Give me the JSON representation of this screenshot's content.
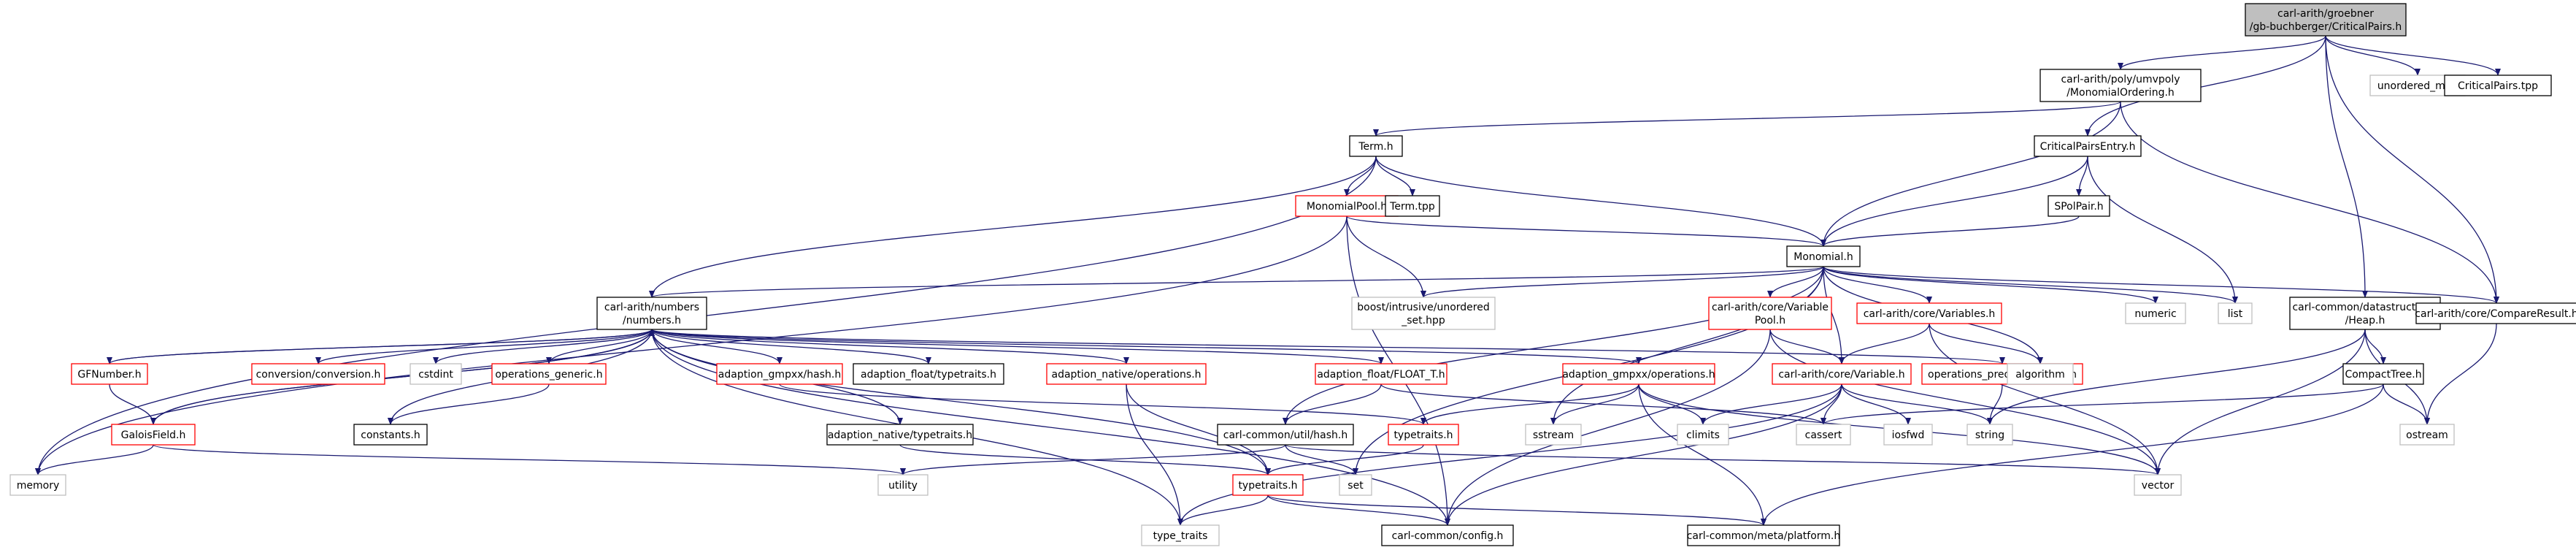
{
  "diagram": {
    "root": "rt",
    "colors": {
      "edge": "#191970",
      "text": "#000000",
      "root_fill": "#bfbfbf",
      "root_border": "#000000",
      "normal_border": "#000000",
      "missing_border": "#ff0000",
      "external_border": "#bfbfbf",
      "system_text": "#000000",
      "fill": "#ffffff"
    },
    "nodes": [
      {
        "id": "rt",
        "lines": [
          "carl-arith/groebner",
          "/gb-buchberger/CriticalPairs.h"
        ],
        "kind": "root"
      },
      {
        "id": "mo",
        "lines": [
          "carl-arith/poly/umvpoly",
          "/MonomialOrdering.h"
        ],
        "kind": "normal"
      },
      {
        "id": "um",
        "lines": [
          "unordered_map"
        ],
        "kind": "external"
      },
      {
        "id": "cpt",
        "lines": [
          "CriticalPairs.tpp"
        ],
        "kind": "normal"
      },
      {
        "id": "term",
        "lines": [
          "Term.h"
        ],
        "kind": "normal"
      },
      {
        "id": "cpe",
        "lines": [
          "CriticalPairsEntry.h"
        ],
        "kind": "normal"
      },
      {
        "id": "mp",
        "lines": [
          "MonomialPool.h"
        ],
        "kind": "missing"
      },
      {
        "id": "ttpp",
        "lines": [
          "Term.tpp"
        ],
        "kind": "normal"
      },
      {
        "id": "spp",
        "lines": [
          "SPolPair.h"
        ],
        "kind": "normal"
      },
      {
        "id": "mon",
        "lines": [
          "Monomial.h"
        ],
        "kind": "normal"
      },
      {
        "id": "num",
        "lines": [
          "carl-arith/numbers",
          "/numbers.h"
        ],
        "kind": "normal"
      },
      {
        "id": "bst",
        "lines": [
          "boost/intrusive/unordered",
          "_set.hpp"
        ],
        "kind": "external"
      },
      {
        "id": "vpool",
        "lines": [
          "carl-arith/core/Variable",
          "Pool.h"
        ],
        "kind": "missing"
      },
      {
        "id": "vars",
        "lines": [
          "carl-arith/core/Variables.h"
        ],
        "kind": "missing"
      },
      {
        "id": "numeric",
        "lines": [
          "numeric"
        ],
        "kind": "external"
      },
      {
        "id": "list",
        "lines": [
          "list"
        ],
        "kind": "external"
      },
      {
        "id": "heap",
        "lines": [
          "carl-common/datastructures",
          "/Heap.h"
        ],
        "kind": "normal"
      },
      {
        "id": "cres",
        "lines": [
          "carl-arith/core/CompareResult.h"
        ],
        "kind": "normal"
      },
      {
        "id": "gfn",
        "lines": [
          "GFNumber.h"
        ],
        "kind": "missing"
      },
      {
        "id": "conv",
        "lines": [
          "conversion/conversion.h"
        ],
        "kind": "missing"
      },
      {
        "id": "cstdint",
        "lines": [
          "cstdint"
        ],
        "kind": "external"
      },
      {
        "id": "opg",
        "lines": [
          "operations_generic.h"
        ],
        "kind": "missing"
      },
      {
        "id": "agh",
        "lines": [
          "adaption_gmpxx/hash.h"
        ],
        "kind": "missing"
      },
      {
        "id": "aft",
        "lines": [
          "adaption_float/typetraits.h"
        ],
        "kind": "normal"
      },
      {
        "id": "ano",
        "lines": [
          "adaption_native/operations.h"
        ],
        "kind": "missing"
      },
      {
        "id": "aff",
        "lines": [
          "adaption_float/FLOAT_T.h"
        ],
        "kind": "missing"
      },
      {
        "id": "ago",
        "lines": [
          "adaption_gmpxx/operations.h"
        ],
        "kind": "missing"
      },
      {
        "id": "opd",
        "lines": [
          "operations_predeclarations.h"
        ],
        "kind": "missing"
      },
      {
        "id": "var",
        "lines": [
          "carl-arith/core/Variable.h"
        ],
        "kind": "missing"
      },
      {
        "id": "alg",
        "lines": [
          "algorithm"
        ],
        "kind": "external"
      },
      {
        "id": "ctree",
        "lines": [
          "CompactTree.h"
        ],
        "kind": "normal"
      },
      {
        "id": "gf",
        "lines": [
          "GaloisField.h"
        ],
        "kind": "missing"
      },
      {
        "id": "const",
        "lines": [
          "constants.h"
        ],
        "kind": "normal"
      },
      {
        "id": "ant",
        "lines": [
          "adaption_native/typetraits.h"
        ],
        "kind": "normal"
      },
      {
        "id": "hash",
        "lines": [
          "carl-common/util/hash.h"
        ],
        "kind": "normal"
      },
      {
        "id": "tt1",
        "lines": [
          "typetraits.h"
        ],
        "kind": "missing"
      },
      {
        "id": "sstream",
        "lines": [
          "sstream"
        ],
        "kind": "external"
      },
      {
        "id": "climits",
        "lines": [
          "climits"
        ],
        "kind": "external"
      },
      {
        "id": "cassert",
        "lines": [
          "cassert"
        ],
        "kind": "external"
      },
      {
        "id": "iosfwd",
        "lines": [
          "iosfwd"
        ],
        "kind": "external"
      },
      {
        "id": "string",
        "lines": [
          "string"
        ],
        "kind": "external"
      },
      {
        "id": "ostream",
        "lines": [
          "ostream"
        ],
        "kind": "external"
      },
      {
        "id": "memory",
        "lines": [
          "memory"
        ],
        "kind": "external"
      },
      {
        "id": "utility",
        "lines": [
          "utility"
        ],
        "kind": "external"
      },
      {
        "id": "set",
        "lines": [
          "set"
        ],
        "kind": "external"
      },
      {
        "id": "tt2",
        "lines": [
          "typetraits.h"
        ],
        "kind": "missing"
      },
      {
        "id": "vector",
        "lines": [
          "vector"
        ],
        "kind": "external"
      },
      {
        "id": "ttraits",
        "lines": [
          "type_traits"
        ],
        "kind": "external"
      },
      {
        "id": "config",
        "lines": [
          "carl-common/config.h"
        ],
        "kind": "normal"
      },
      {
        "id": "platform",
        "lines": [
          "carl-common/meta/platform.h"
        ],
        "kind": "normal"
      }
    ],
    "edges": [
      [
        "rt",
        "mo"
      ],
      [
        "rt",
        "um"
      ],
      [
        "rt",
        "cpt"
      ],
      [
        "rt",
        "cpe"
      ],
      [
        "rt",
        "heap"
      ],
      [
        "rt",
        "cres"
      ],
      [
        "mo",
        "term"
      ],
      [
        "mo",
        "mon"
      ],
      [
        "mo",
        "cres"
      ],
      [
        "term",
        "mp"
      ],
      [
        "term",
        "ttpp"
      ],
      [
        "term",
        "mon"
      ],
      [
        "term",
        "num"
      ],
      [
        "term",
        "memory"
      ],
      [
        "cpe",
        "spp"
      ],
      [
        "cpe",
        "mon"
      ],
      [
        "cpe",
        "list"
      ],
      [
        "spp",
        "mon"
      ],
      [
        "mp",
        "mon"
      ],
      [
        "mp",
        "bst"
      ],
      [
        "mp",
        "memory"
      ],
      [
        "mp",
        "config"
      ],
      [
        "mon",
        "num"
      ],
      [
        "mon",
        "bst"
      ],
      [
        "mon",
        "vpool"
      ],
      [
        "mon",
        "vars"
      ],
      [
        "mon",
        "numeric"
      ],
      [
        "mon",
        "list"
      ],
      [
        "mon",
        "cres"
      ],
      [
        "mon",
        "alg"
      ],
      [
        "mon",
        "var"
      ],
      [
        "mon",
        "hash"
      ],
      [
        "mon",
        "sstream"
      ],
      [
        "mon",
        "set"
      ],
      [
        "num",
        "gfn"
      ],
      [
        "num",
        "conv"
      ],
      [
        "num",
        "cstdint"
      ],
      [
        "num",
        "opg"
      ],
      [
        "num",
        "agh"
      ],
      [
        "num",
        "aft"
      ],
      [
        "num",
        "ano"
      ],
      [
        "num",
        "aff"
      ],
      [
        "num",
        "ago"
      ],
      [
        "num",
        "opd"
      ],
      [
        "num",
        "const"
      ],
      [
        "num",
        "ant"
      ],
      [
        "num",
        "tt2"
      ],
      [
        "num",
        "ttraits"
      ],
      [
        "num",
        "config"
      ],
      [
        "num",
        "gf"
      ],
      [
        "gfn",
        "gf"
      ],
      [
        "gfn",
        "num"
      ],
      [
        "gf",
        "num"
      ],
      [
        "gf",
        "memory"
      ],
      [
        "gf",
        "utility"
      ],
      [
        "opg",
        "const"
      ],
      [
        "agh",
        "tt1"
      ],
      [
        "ano",
        "tt2"
      ],
      [
        "ano",
        "ttraits"
      ],
      [
        "aff",
        "hash"
      ],
      [
        "aff",
        "cassert"
      ],
      [
        "ago",
        "tt1"
      ],
      [
        "ago",
        "sstream"
      ],
      [
        "ago",
        "climits"
      ],
      [
        "ago",
        "vector"
      ],
      [
        "ago",
        "platform"
      ],
      [
        "opd",
        "string"
      ],
      [
        "vpool",
        "var"
      ],
      [
        "vpool",
        "vector"
      ],
      [
        "vpool",
        "config"
      ],
      [
        "vars",
        "var"
      ],
      [
        "vars",
        "alg"
      ],
      [
        "vars",
        "vector"
      ],
      [
        "var",
        "climits"
      ],
      [
        "var",
        "cassert"
      ],
      [
        "var",
        "iosfwd"
      ],
      [
        "var",
        "string"
      ],
      [
        "var",
        "ttraits"
      ],
      [
        "var",
        "config"
      ],
      [
        "heap",
        "ctree"
      ],
      [
        "heap",
        "vector"
      ],
      [
        "heap",
        "ostream"
      ],
      [
        "heap",
        "string"
      ],
      [
        "ctree",
        "cassert"
      ],
      [
        "ctree",
        "ostream"
      ],
      [
        "ctree",
        "platform"
      ],
      [
        "cres",
        "ostream"
      ],
      [
        "ant",
        "tt2"
      ],
      [
        "hash",
        "utility"
      ],
      [
        "hash",
        "set"
      ],
      [
        "hash",
        "vector"
      ],
      [
        "tt1",
        "tt2"
      ],
      [
        "tt2",
        "ttraits"
      ],
      [
        "tt2",
        "config"
      ],
      [
        "tt2",
        "platform"
      ]
    ]
  }
}
